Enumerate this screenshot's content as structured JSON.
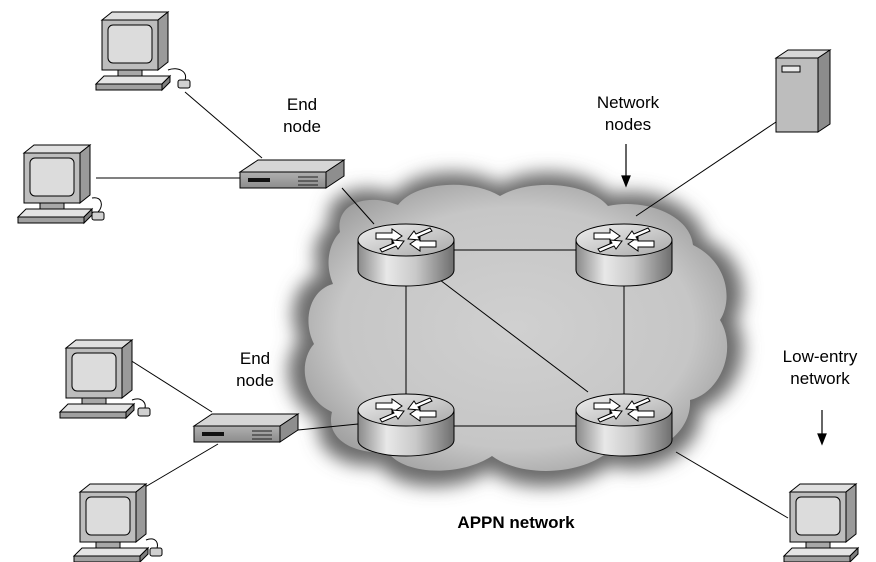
{
  "labels": {
    "end_node_top": [
      "End",
      "node"
    ],
    "end_node_bottom": [
      "End",
      "node"
    ],
    "network_nodes": [
      "Network",
      "nodes"
    ],
    "low_entry_network": [
      "Low-entry",
      "network"
    ],
    "appn_network": "APPN network"
  },
  "colors": {
    "cloud_fill": "#c8c8c8",
    "cloud_edge": "#1a1a1a",
    "device_fill": "#bdbdbd",
    "line": "#000000"
  },
  "icons": [
    "pc-icon",
    "router-icon",
    "switch-icon",
    "server-icon",
    "mouse-icon"
  ]
}
